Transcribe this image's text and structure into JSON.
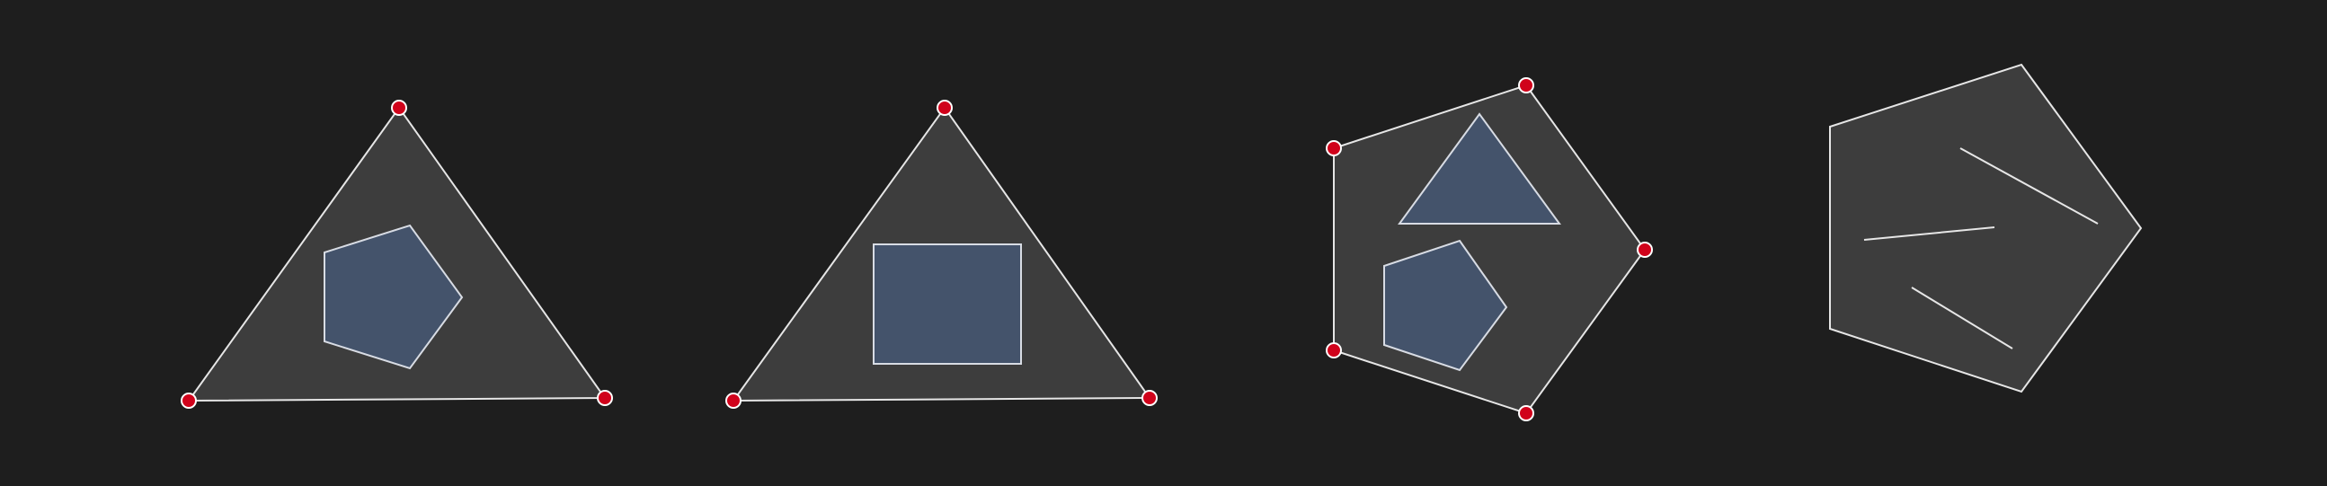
{
  "canvas": {
    "background": "#1e1e1e"
  },
  "colors": {
    "outer_fill": "#3d3d3d",
    "outer_stroke": "#e6e6e6",
    "inner_fill": "#44536b",
    "inner_stroke": "#d8dce4",
    "handle_fill": "#d0021b",
    "handle_stroke": "#ffffff"
  },
  "panels": [
    {
      "name": "triangle-with-pentagon",
      "outer": "triangle",
      "handles": 3,
      "contents": [
        "pentagon"
      ]
    },
    {
      "name": "triangle-with-rectangle",
      "outer": "triangle",
      "handles": 3,
      "contents": [
        "rectangle"
      ]
    },
    {
      "name": "pentagon-with-triangle-and-pentagon",
      "outer": "pentagon",
      "handles": 5,
      "contents": [
        "triangle",
        "pentagon"
      ]
    },
    {
      "name": "pentagon-with-strokes",
      "outer": "pentagon",
      "handles": 0,
      "contents": [
        "line",
        "line",
        "line"
      ]
    }
  ]
}
